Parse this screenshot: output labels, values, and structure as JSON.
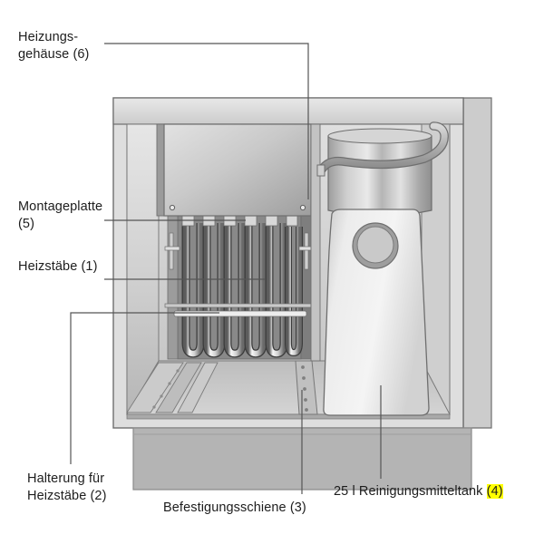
{
  "figure": {
    "title": "Heizungsgehäuse Schnittzeichnung",
    "type": "technical-cutaway-diagram",
    "callouts": [
      {
        "id": 6,
        "key": "heizungsgehaeuse",
        "line1": "Heizungs-",
        "line2": "gehäuse (6)",
        "text": "Heizungsgehäuse (6)",
        "highlighted": false
      },
      {
        "id": 5,
        "key": "montageplatte",
        "line1": "Montageplatte",
        "line2": "(5)",
        "text": "Montageplatte (5)",
        "highlighted": false
      },
      {
        "id": 1,
        "key": "heizstaebe",
        "line1": "Heizstäbe (1)",
        "line2": "",
        "text": "Heizstäbe (1)",
        "highlighted": false
      },
      {
        "id": 2,
        "key": "halterung",
        "line1": "Halterung für",
        "line2": "Heizstäbe (2)",
        "text": "Halterung für Heizstäbe (2)",
        "highlighted": false
      },
      {
        "id": 3,
        "key": "befestigungsschiene",
        "line1": "Befestigungsschiene (3)",
        "line2": "",
        "text": "Befestigungsschiene (3)",
        "highlighted": false
      },
      {
        "id": 4,
        "key": "tank",
        "prefix": "25 l Reinigungsmitteltank ",
        "number": "(4)",
        "text": "25 l Reinigungsmitteltank (4)",
        "highlighted": true
      }
    ],
    "components": {
      "heating_rod_count": 6,
      "terminal_block_count": 6,
      "floor_rail_count": 3,
      "mounting_rail_hole_count": 5
    },
    "colors": {
      "highlight": "#ffff00",
      "text": "#1d1d1d",
      "leader_line": "#555555",
      "cabinet_body": "#dcdcdc",
      "cabinet_outline": "#6e6e6e",
      "interior_back": "#cfcfcf",
      "plate_light": "#d2d2d2",
      "plate_dark": "#a8a8a8",
      "rod_chamber": "#878787",
      "rod_metal": "#f2f2f2",
      "tank_body": "#ededed",
      "canister_metal": "#b9b9b9",
      "plinth": "#b4b4b4",
      "floor": "#c4c4c4"
    }
  }
}
